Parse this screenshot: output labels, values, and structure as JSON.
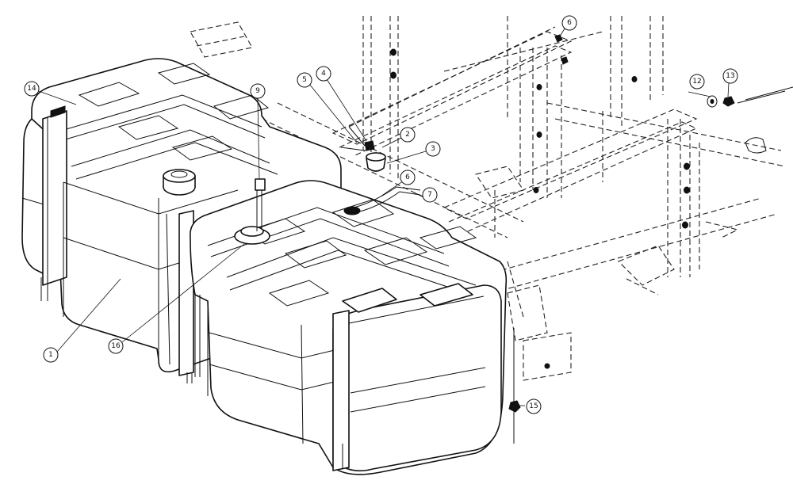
{
  "callouts": [
    {
      "id": "14",
      "label": "14"
    },
    {
      "id": "9",
      "label": "9"
    },
    {
      "id": "5",
      "label": "5"
    },
    {
      "id": "4",
      "label": "4"
    },
    {
      "id": "2",
      "label": "2"
    },
    {
      "id": "3",
      "label": "3"
    },
    {
      "id": "6a",
      "label": "6"
    },
    {
      "id": "7",
      "label": "7"
    },
    {
      "id": "6b",
      "label": "6"
    },
    {
      "id": "12",
      "label": "12"
    },
    {
      "id": "13",
      "label": "13"
    },
    {
      "id": "1",
      "label": "1"
    },
    {
      "id": "16",
      "label": "16"
    },
    {
      "id": "15",
      "label": "15"
    }
  ]
}
